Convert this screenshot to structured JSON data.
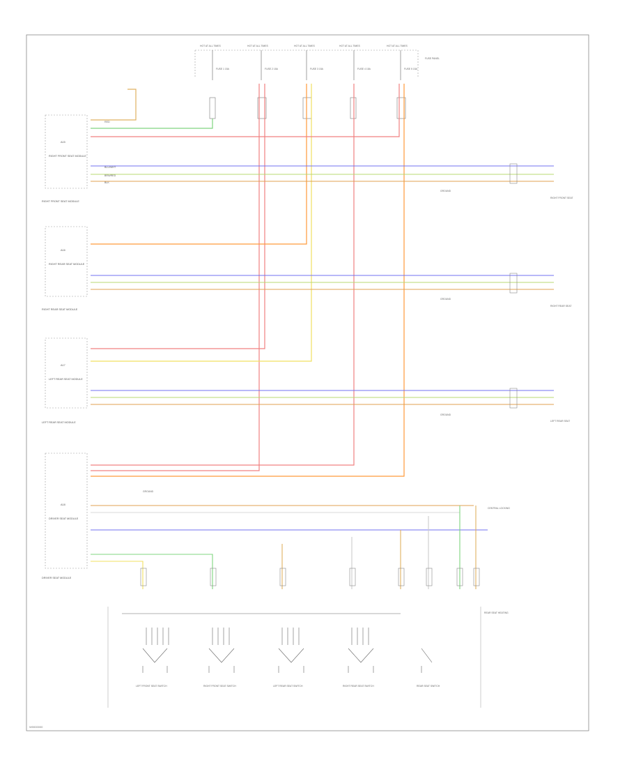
{
  "diagram": {
    "fuse_labels": [
      "HOT AT ALL TIMES",
      "HOT AT ALL TIMES",
      "HOT AT ALL TIMES",
      "HOT AT ALL TIMES",
      "HOT AT ALL TIMES"
    ],
    "fuse_box_label": "FUSE PANEL",
    "fuse_texts": [
      "FUSE 1 15A",
      "FUSE 2 15A",
      "FUSE 3 15A",
      "FUSE 4 15A",
      "FUSE 5 15A"
    ],
    "modules": [
      {
        "id": "A15",
        "name": "RIGHT FRONT SEAT MODULE",
        "caption": "RIGHT FRONT SEAT MODULE"
      },
      {
        "id": "A16",
        "name": "RIGHT REAR SEAT MODULE",
        "caption": "RIGHT REAR SEAT MODULE"
      },
      {
        "id": "A17",
        "name": "LEFT REAR SEAT MODULE",
        "caption": "LEFT REAR SEAT MODULE"
      },
      {
        "id": "A18",
        "name": "DRIVER SEAT MODULE",
        "caption": "DRIVER SEAT MODULE"
      }
    ],
    "wire_colors": [
      "RED",
      "BLU/WHT",
      "BRN/RED",
      "BLK"
    ],
    "ground_labels": [
      "GROUND",
      "GROUND",
      "GROUND",
      "GROUND"
    ],
    "side_labels": [
      "RIGHT FRONT SEAT",
      "RIGHT REAR SEAT",
      "LEFT REAR SEAT",
      "CENTRAL LOCKING"
    ],
    "bottom_labels": [
      "LEFT FRONT SEAT SWITCH",
      "RIGHT FRONT SEAT SWITCH",
      "LEFT REAR SEAT SWITCH",
      "RIGHT REAR SEAT SWITCH",
      "REAR SEAT SWITCH"
    ],
    "right_note": "REAR SEAT HEATING",
    "footer": "W0000000"
  }
}
